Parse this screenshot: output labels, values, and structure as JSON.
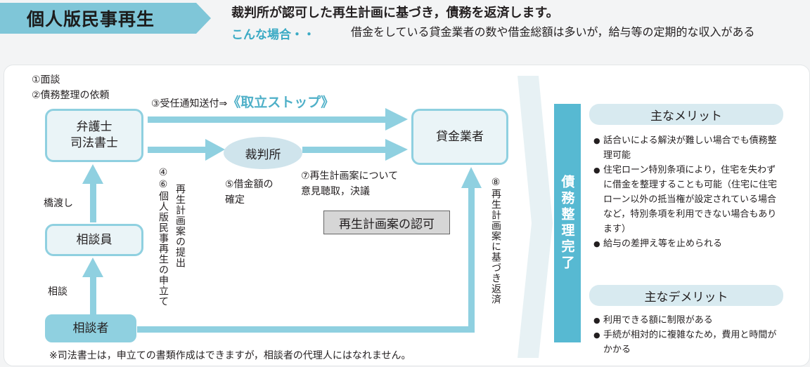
{
  "header": {
    "title": "個人版民事再生",
    "headline": "裁判所が認可した再生計画に基づき，債務を返済します。",
    "case_label": "こんな場合・・",
    "case_text": "借金をしている貸金業者の数や借金総額は多いが，給与等の定期的な収入がある"
  },
  "flow": {
    "step1": "①面談",
    "step2": "②債務整理の依頼",
    "step3_prefix": "③受任通知送付⇒",
    "step3_stop": "《取立ストップ》",
    "lawyer": "弁護士\n司法書士",
    "court": "裁判所",
    "lender": "貸金業者",
    "step46": "④⑥個人版民事再生の申立て",
    "step46_sub": "再生計画案の提出",
    "step5": "⑤借金額の\n確定",
    "step7": "⑦再生計画案について\n意見聴取，決議",
    "approval": "再生計画案の認可",
    "step8": "⑧再生計画案に基づき返済",
    "bridge": "橋渡し",
    "counselor": "相談員",
    "consult": "相談",
    "consulter": "相談者",
    "footnote": "※司法書士は，申立ての書類作成はできますが，相談者の代理人にはなれません。"
  },
  "side": {
    "complete": "債務整理完了",
    "merit_title": "主なメリット",
    "merits": [
      "話合いによる解決が難しい場合でも債務整理可能",
      "住宅ローン特別条項により，住宅を失わずに借金を整理することも可能（住宅に住宅ローン以外の抵当権が設定されている場合など，特別条項を利用できない場合もあります）",
      "給与の差押え等を止められる"
    ],
    "demerit_title": "主なデメリット",
    "demerits": [
      "利用できる額に制限がある",
      "手続が相対的に複雑なため，費用と時間がかかる"
    ]
  },
  "colors": {
    "accent": "#8fd0e0",
    "bar": "#57b9d2",
    "banner": "#7fc6d8"
  }
}
